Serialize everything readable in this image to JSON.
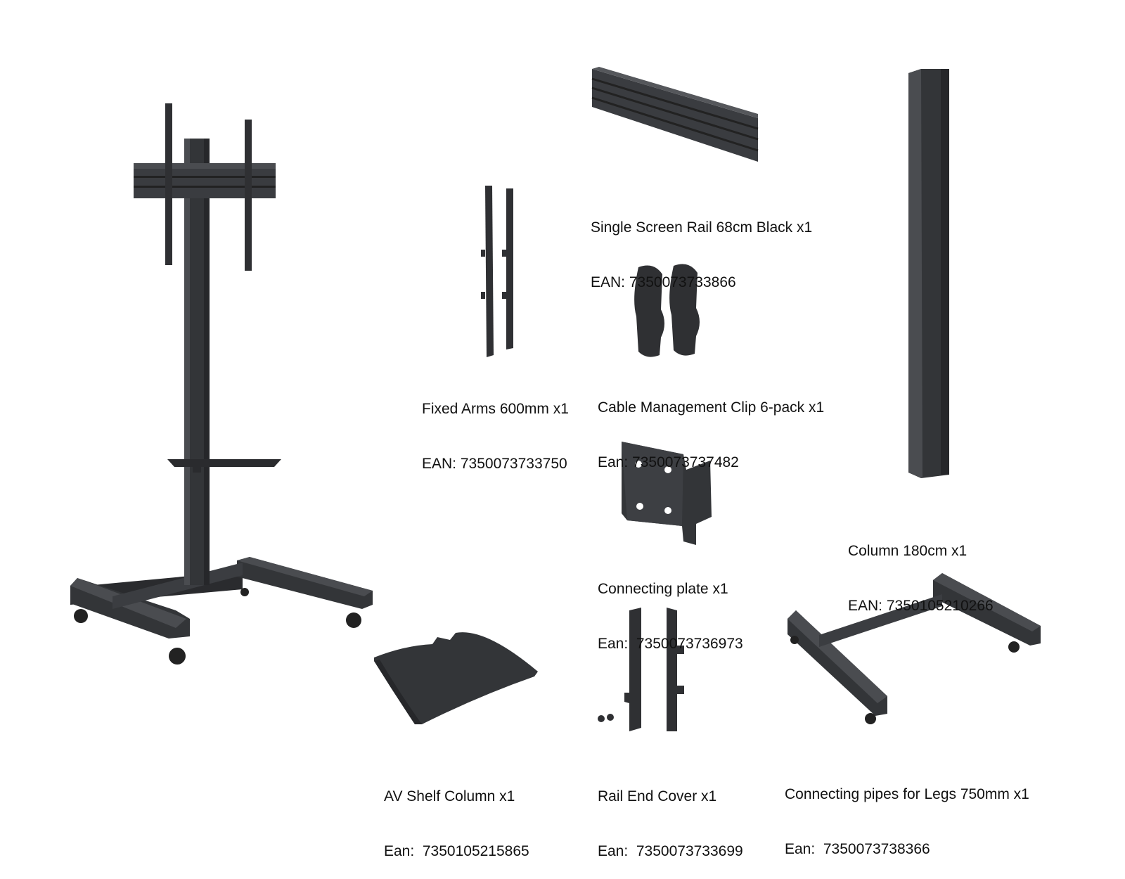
{
  "colors": {
    "metal": "#333538",
    "metal_dark": "#1f2022",
    "metal_light": "#4a4c50",
    "text": "#111111",
    "background": "#ffffff"
  },
  "parts": [
    {
      "name": "Single Screen Rail 68cm Black x1",
      "code": "EAN: 7350073733866"
    },
    {
      "name": "Fixed Arms 600mm x1",
      "code": "EAN: 7350073733750"
    },
    {
      "name": "Cable Management Clip 6-pack x1",
      "code": "Ean: 7350073737482"
    },
    {
      "name": "Column 180cm x1",
      "code": "EAN: 7350105210266"
    },
    {
      "name": "Connecting plate x1",
      "code": "Ean:  7350073736973"
    },
    {
      "name": "AV Shelf Column x1",
      "code": "Ean:  7350105215865"
    },
    {
      "name": "Rail End Cover x1",
      "code": "Ean:  7350073733699"
    },
    {
      "name": "Connecting pipes for Legs 750mm x1",
      "code": "Ean:  7350073738366"
    }
  ]
}
